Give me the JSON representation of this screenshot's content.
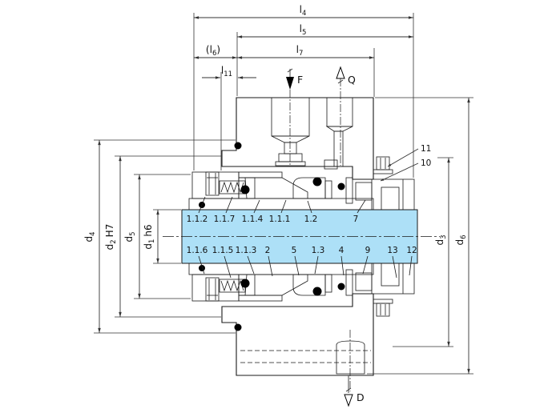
{
  "drawing": {
    "title_semantic": "mechanical-seal-cross-section",
    "dims": {
      "l4": {
        "base": "l",
        "sub": "4"
      },
      "l5": {
        "base": "l",
        "sub": "5"
      },
      "l6": {
        "pre": "(",
        "base": "l",
        "sub": "6",
        "post": ")"
      },
      "l7": {
        "base": "l",
        "sub": "7"
      },
      "l11": {
        "base": "l",
        "sub": "11"
      },
      "d1": {
        "base": "d",
        "sub": "1",
        "post": "h6"
      },
      "d2": {
        "base": "d",
        "sub": "2",
        "post": "H7"
      },
      "d3": {
        "base": "d",
        "sub": "3"
      },
      "d4": {
        "base": "d",
        "sub": "4"
      },
      "d5": {
        "base": "d",
        "sub": "5"
      },
      "d6": {
        "base": "d",
        "sub": "6"
      }
    },
    "flow_arrows": {
      "f": "F",
      "q": "Q",
      "d": "D"
    },
    "callouts_right": [
      "11",
      "10"
    ],
    "part_labels_top": [
      "1.1.2",
      "1.1.7",
      "1.1.4",
      "1.1.1",
      "1.2",
      "7"
    ],
    "part_labels_bottom": [
      "1.1.6",
      "1.1.5",
      "1.1.3",
      "2",
      "5",
      "1.3",
      "4",
      "9",
      "13",
      "12"
    ],
    "colors": {
      "housing": "#d8ece4",
      "plug": "#e4f2ec",
      "sleeve": "#d6e2ac",
      "retainer": "#ccd95a",
      "elastomer": "#b5cb20",
      "seat": "#2aa9e9",
      "gasket": "#a9cbee",
      "shaft": "#ade0f7",
      "line": "#1a1a1a"
    }
  }
}
